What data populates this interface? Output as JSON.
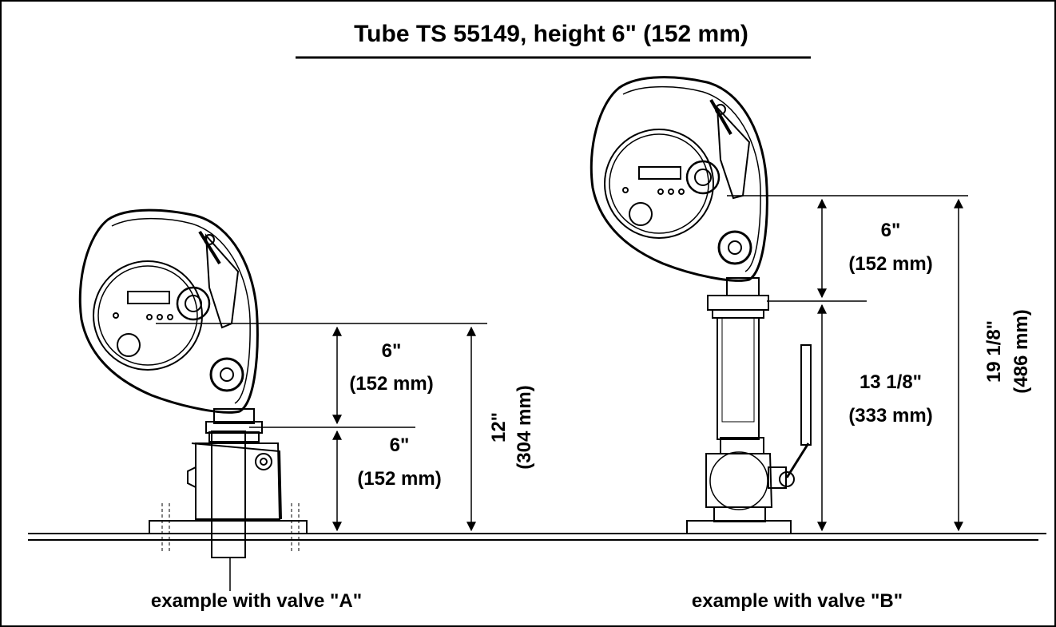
{
  "title": "Tube TS 55149, height 6\" (152 mm)",
  "left_example": {
    "caption": "example with valve \"A\"",
    "dim_top_in": "6\"",
    "dim_top_mm": "(152 mm)",
    "dim_bottom_in": "6\"",
    "dim_bottom_mm": "(152 mm)",
    "dim_total_in": "12\"",
    "dim_total_mm": "(304 mm)"
  },
  "right_example": {
    "caption": "example with valve \"B\"",
    "dim_top_in": "6\"",
    "dim_top_mm": "(152 mm)",
    "dim_bottom_in": "13 1/8\"",
    "dim_bottom_mm": "(333 mm)",
    "dim_total_in": "19 1/8\"",
    "dim_total_mm": "(486 mm)"
  }
}
